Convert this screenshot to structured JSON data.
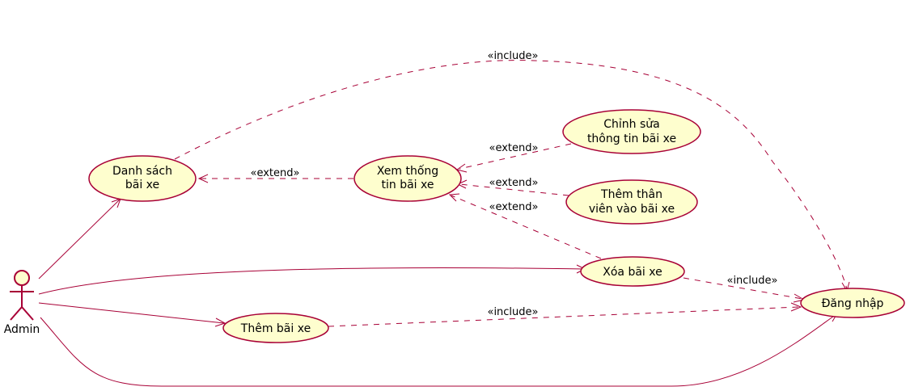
{
  "diagram": {
    "actor": {
      "name": "Admin"
    },
    "usecases": {
      "danh_sach": [
        "Danh sách",
        "bãi xe"
      ],
      "xem_thong_tin": [
        "Xem thống",
        "tin bãi xe"
      ],
      "chinh_sua": [
        "Chỉnh sửa",
        "thông tin bãi xe"
      ],
      "them_than_vien": [
        "Thêm thân",
        "viên vào bãi xe"
      ],
      "xoa": [
        "Xóa bãi xe"
      ],
      "them": [
        "Thêm bãi xe"
      ],
      "dang_nhap": [
        "Đăng nhập"
      ]
    },
    "relations": {
      "include_danhsach_dangnhap": "«include»",
      "extend_xem_danhsach": "«extend»",
      "extend_chinhsua_xem": "«extend»",
      "extend_themthanvien_xem": "«extend»",
      "extend_xoa_xem": "«extend»",
      "include_xoa_dangnhap": "«include»",
      "include_them_dangnhap": "«include»"
    },
    "colors": {
      "line": "#A80036",
      "fill": "#FEFECE"
    }
  }
}
